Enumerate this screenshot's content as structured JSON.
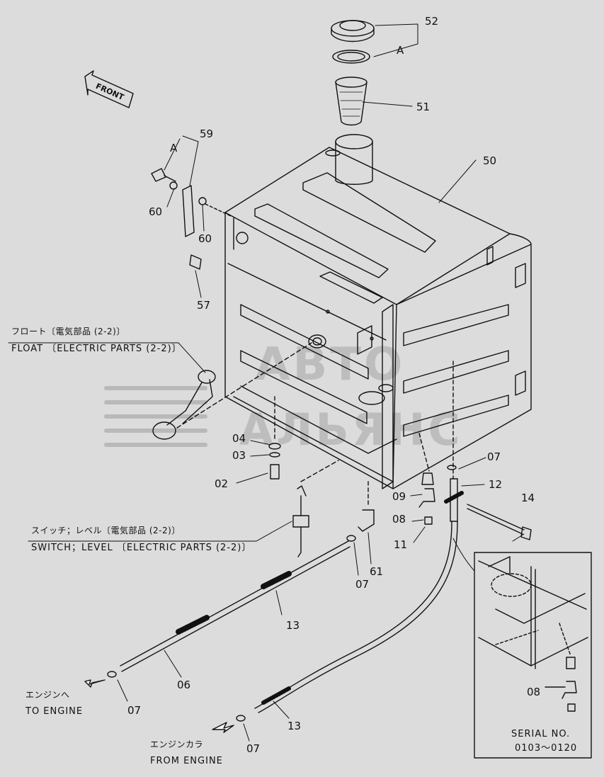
{
  "front_label": "FRONT",
  "watermark": {
    "line1": "АВТО",
    "line2": "АЛЬЯНС"
  },
  "callouts": {
    "p52": "52",
    "pA_top": "A",
    "p51": "51",
    "p50": "50",
    "p59": "59",
    "pA_left": "A",
    "p60_left": "60",
    "p60_right": "60",
    "p57": "57",
    "p04": "04",
    "p03": "03",
    "p02": "02",
    "p07_right": "07",
    "p12": "12",
    "p14": "14",
    "p09": "09",
    "p08": "08",
    "p11": "11",
    "p07_mid": "07",
    "p61": "61",
    "p13_upper": "13",
    "p06": "06",
    "p07_lower_left": "07",
    "p13_lower": "13",
    "p07_bottom": "07",
    "p08_inset": "08"
  },
  "notes": {
    "float_jp": "フロート〔電気部品 (2-2)〕",
    "float_en": "FLOAT 〔ELECTRIC PARTS (2-2)〕",
    "switch_jp": "スイッチ；レベル〔電気部品 (2-2)〕",
    "switch_en": "SWITCH；LEVEL 〔ELECTRIC PARTS (2-2)〕",
    "to_engine_jp": "エンジンへ",
    "to_engine_en": "TO ENGINE",
    "from_engine_jp": "エンジンカラ",
    "from_engine_en": "FROM ENGINE"
  },
  "inset": {
    "serial_label": "SERIAL NO.",
    "serial_range": "0103～0120"
  }
}
